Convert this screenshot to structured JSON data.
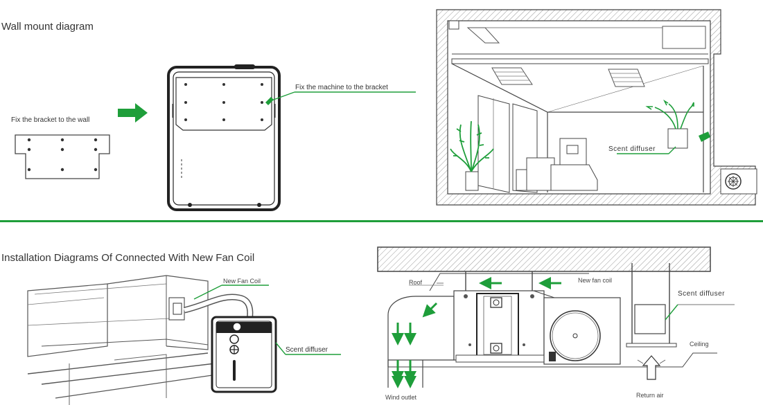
{
  "sections": {
    "wall_mount_title": "Wall mount diagram",
    "fan_coil_title": "Installation Diagrams Of Connected With New Fan Coil"
  },
  "labels": {
    "fix_bracket": "Fix the bracket to the wall",
    "fix_machine": "Fix the machine to the bracket",
    "scent_diffuser_room": "Scent diffuser",
    "new_fan_coil": "New Fan Coil",
    "scent_diffuser_coil": "Scent diffuser",
    "roof": "Roof",
    "new_fan_coil_duct": "New fan coil",
    "scent_diffuser_duct": "Scent diffuser",
    "ceiling": "Ceiling",
    "wind_outlet": "Wind outlet",
    "return_air": "Return air"
  },
  "colors": {
    "accent_green": "#1e9e3a",
    "line_gray": "#555555",
    "hatch_gray": "#888888"
  }
}
